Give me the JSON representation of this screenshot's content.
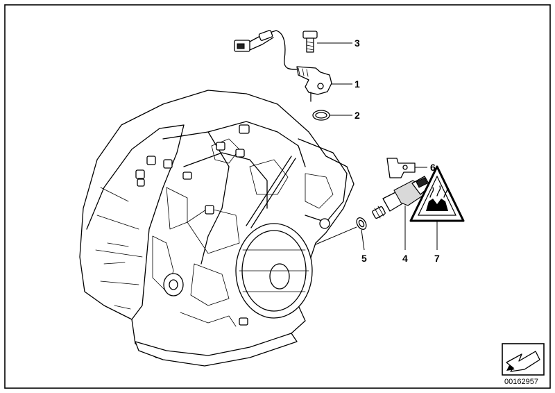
{
  "diagram": {
    "callouts": [
      {
        "id": "1",
        "label": "1"
      },
      {
        "id": "2",
        "label": "2"
      },
      {
        "id": "3",
        "label": "3"
      },
      {
        "id": "4",
        "label": "4"
      },
      {
        "id": "5",
        "label": "5"
      },
      {
        "id": "6",
        "label": "6"
      },
      {
        "id": "7",
        "label": "7"
      }
    ],
    "drawing_number": "00162957",
    "icons": {
      "nav": "arrow-down-left-icon",
      "warning": "warning-triangle-icon"
    }
  }
}
